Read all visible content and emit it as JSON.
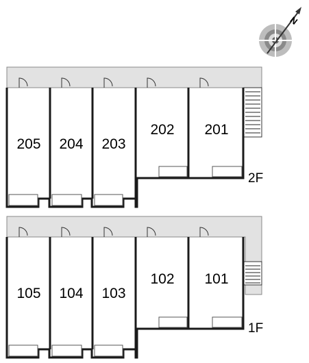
{
  "compass": {
    "letter": "N"
  },
  "floors": [
    {
      "label": "2F",
      "rooms": [
        "205",
        "204",
        "203",
        "202",
        "201"
      ]
    },
    {
      "label": "1F",
      "rooms": [
        "105",
        "104",
        "103",
        "102",
        "101"
      ]
    }
  ],
  "colors": {
    "corridor": "#e2e2e2",
    "wall": "#1a1a1a",
    "background": "#ffffff"
  }
}
